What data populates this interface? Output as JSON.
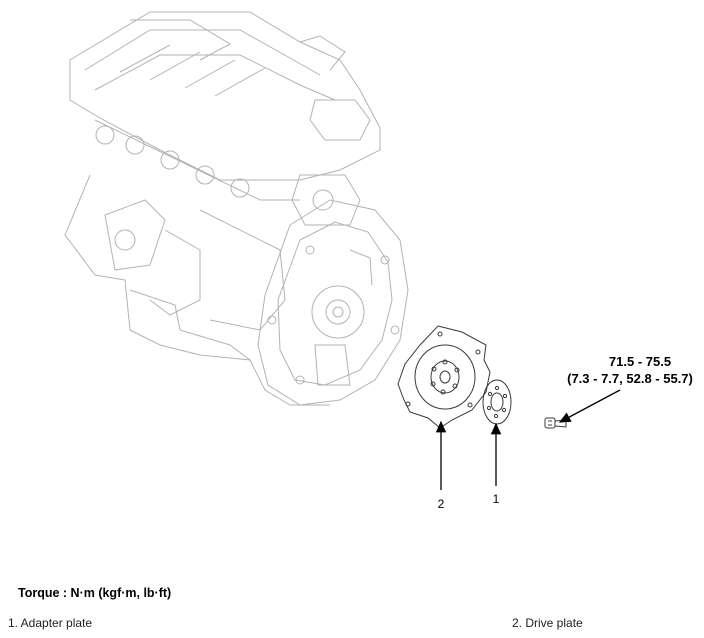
{
  "torque": {
    "value_line1": "71.5 - 75.5",
    "value_line2": "(7.3 - 7.7, 52.8 - 55.7)"
  },
  "callouts": {
    "label_2": "2",
    "label_1": "1"
  },
  "footer": {
    "torque_heading": "Torque : N·m (kgf·m, lb·ft)",
    "legend": [
      {
        "text": "1. Adapter plate"
      },
      {
        "text": "2. Drive plate"
      }
    ]
  }
}
